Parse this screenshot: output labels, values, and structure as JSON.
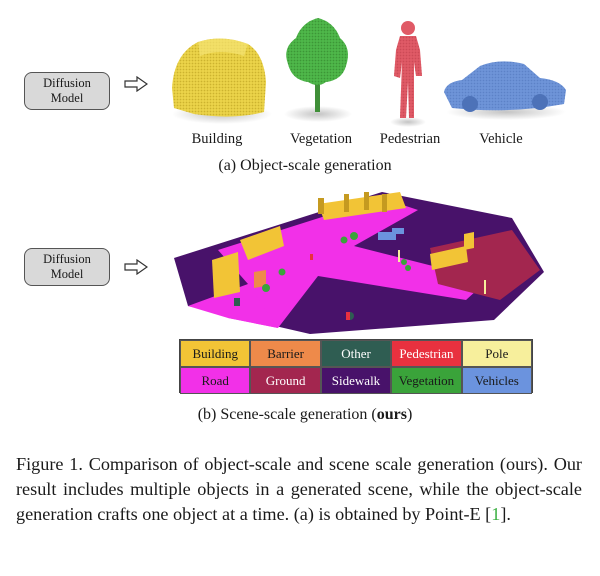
{
  "model": {
    "line1": "Diffusion",
    "line2": "Model"
  },
  "objects": [
    {
      "label": "Building",
      "color": "#ecd44a"
    },
    {
      "label": "Vegetation",
      "color": "#4fb84a"
    },
    {
      "label": "Pedestrian",
      "color": "#e05a66"
    },
    {
      "label": "Vehicle",
      "color": "#6f95d9"
    }
  ],
  "subcaption_a": "(a) Object-scale generation",
  "subcaption_b": {
    "prefix": "(b) Scene-scale generation (",
    "bold": "ours",
    "suffix": ")"
  },
  "legend": [
    {
      "label": "Building",
      "color": "#f2c436",
      "text_color": "#1a1a1a"
    },
    {
      "label": "Barrier",
      "color": "#ee8a4a",
      "text_color": "#1a1a1a"
    },
    {
      "label": "Other",
      "color": "#2f5d52",
      "text_color": "#ffffff"
    },
    {
      "label": "Pedestrian",
      "color": "#e8313f",
      "text_color": "#ffffff"
    },
    {
      "label": "Pole",
      "color": "#f7ef9c",
      "text_color": "#1a1a1a"
    },
    {
      "label": "Road",
      "color": "#f230e8",
      "text_color": "#1a1a1a"
    },
    {
      "label": "Ground",
      "color": "#a3264f",
      "text_color": "#ffffff"
    },
    {
      "label": "Sidewalk",
      "color": "#48126a",
      "text_color": "#ffffff"
    },
    {
      "label": "Vegetation",
      "color": "#3aa33a",
      "text_color": "#1a1a1a"
    },
    {
      "label": "Vehicles",
      "color": "#6b93de",
      "text_color": "#1a1a1a"
    }
  ],
  "caption": {
    "text": "Figure 1. Comparison of object-scale and scene scale generation (ours). Our result includes multiple objects in a generated scene, while the object-scale generation crafts one object at a time. (a) is obtained by Point-E [",
    "ref": "1",
    "end": "]."
  }
}
